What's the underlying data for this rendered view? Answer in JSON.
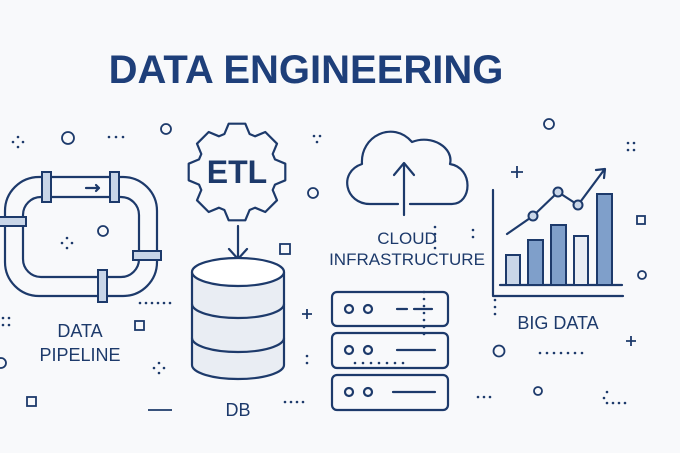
{
  "title": "DATA ENGINEERING",
  "labels": {
    "pipeline_line1": "DATA",
    "pipeline_line2": "PIPELINE",
    "etl": "ETL",
    "db": "DB",
    "cloud_line1": "CLOUD",
    "cloud_line2": "INFRASTRUCTURE",
    "big_data": "BIG DATA"
  },
  "colors": {
    "primary": "#1d3a6b",
    "title": "#1e3f7a",
    "accent_light": "#c9d6e8",
    "accent_medium": "#7f9fca",
    "background": "#f8f9fb"
  },
  "icons": [
    "pipeline-icon",
    "gear-icon",
    "database-icon",
    "cloud-upload-icon",
    "server-rack-icon",
    "bar-chart-icon"
  ]
}
